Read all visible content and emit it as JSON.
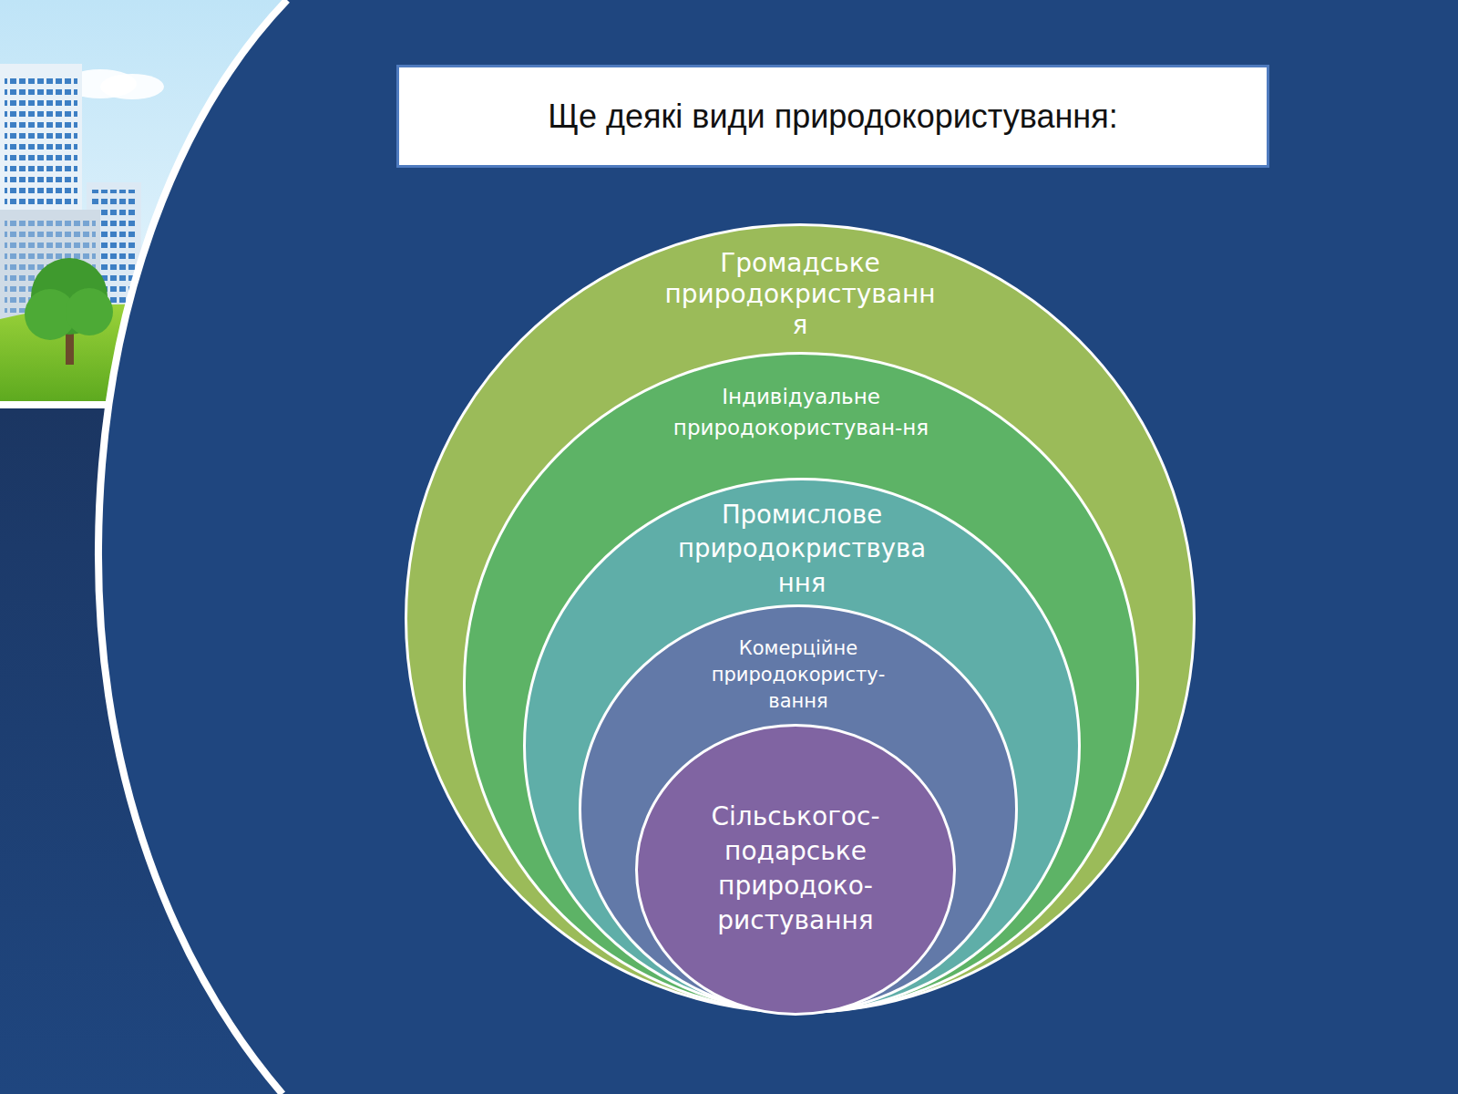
{
  "diagram": {
    "title": "Ще деякі види природокористування:",
    "nodes": [
      {
        "text": [
          "Громадське природокристування"
        ]
      },
      {
        "text": [
          "Індивідуальне природокористуван-ня"
        ],
        "in": 0
      },
      {
        "text": [
          "Промислове природокриствування"
        ],
        "in": 1
      },
      {
        "text": [
          "Комерційне природокористу-вання"
        ],
        "in": 2
      },
      {
        "text": [
          "Сільськогос-подарське природоко-ристування"
        ],
        "in": 3
      }
    ]
  }
}
